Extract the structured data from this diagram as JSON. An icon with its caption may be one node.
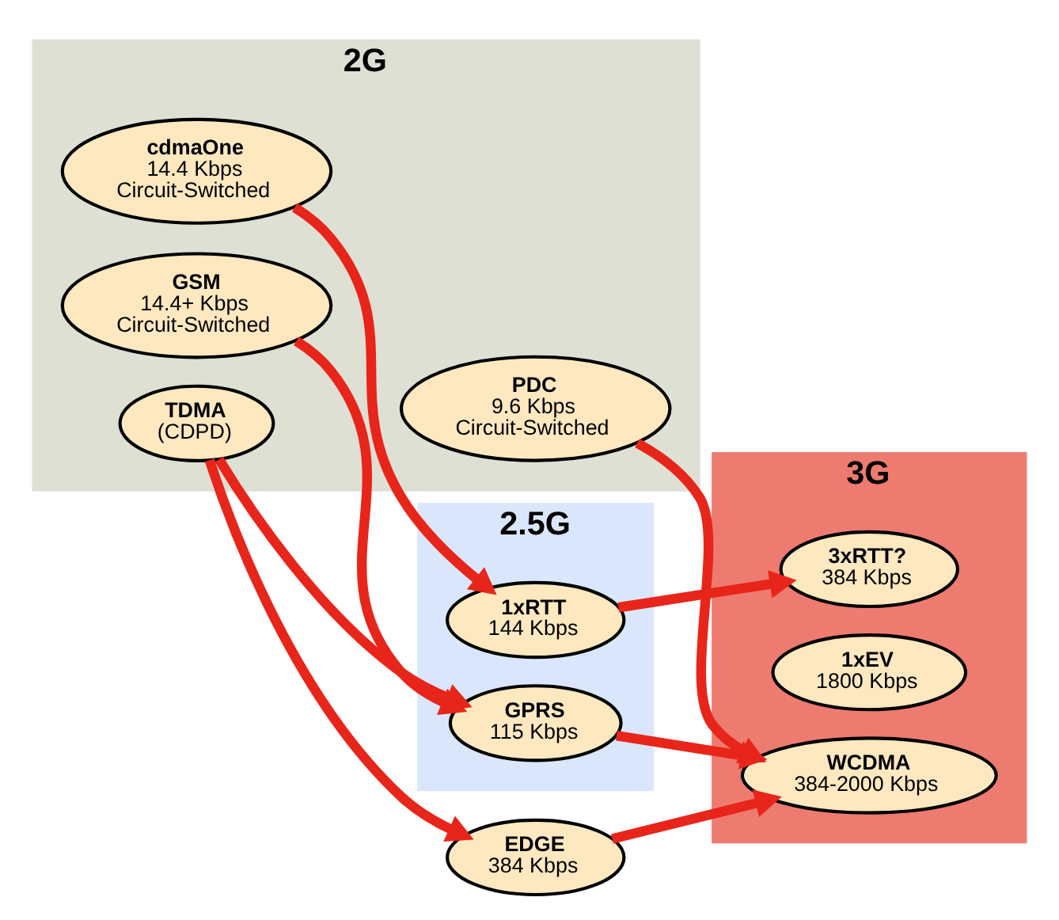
{
  "diagram": {
    "nodes": [
      {
        "text": [
          "2G"
        ]
      },
      {
        "text": [
          "cdmaOne",
          "14.4 Kbps",
          "Circuit-Switched"
        ],
        "in": 0
      },
      {
        "text": [
          "TDMA",
          "(CDPD)"
        ],
        "in": 0
      },
      {
        "text": [
          "GSM",
          "14.4+ Kbps",
          "Circuit-Switched"
        ],
        "in": 0
      },
      {
        "text": [
          "PDC",
          "9.6 Kbps",
          "Circuit-Switched"
        ],
        "in": 0
      },
      {
        "text": [
          "2.5G"
        ]
      },
      {
        "text": [
          "1xRTT",
          "144 Kbps"
        ],
        "in": 5
      },
      {
        "text": [
          "GPRS",
          "115 Kbps"
        ],
        "in": 5
      },
      {
        "text": [
          "EDGE",
          "384 Kbps"
        ]
      },
      {
        "text": [
          "3G"
        ]
      },
      {
        "text": [
          "3xRTT?",
          "384 Kbps"
        ],
        "in": 9
      },
      {
        "text": [
          "1xEV",
          "1800 Kbps"
        ],
        "in": 9
      },
      {
        "text": [
          "WCDMA",
          "384-2000 Kbps"
        ],
        "in": 9
      }
    ],
    "edges": [
      {
        "from": 1,
        "to": 6,
        "arrow": "to"
      },
      {
        "from": 6,
        "to": 10,
        "arrow": "to"
      },
      {
        "from": 2,
        "to": 8,
        "arrow": "to"
      },
      {
        "from": 2,
        "to": 7,
        "arrow": "to"
      },
      {
        "from": 3,
        "to": 7,
        "arrow": "to"
      },
      {
        "from": 7,
        "to": 12,
        "arrow": "to"
      },
      {
        "from": 8,
        "to": 12,
        "arrow": "to"
      },
      {
        "from": 4,
        "to": 12,
        "arrow": "to"
      }
    ]
  }
}
